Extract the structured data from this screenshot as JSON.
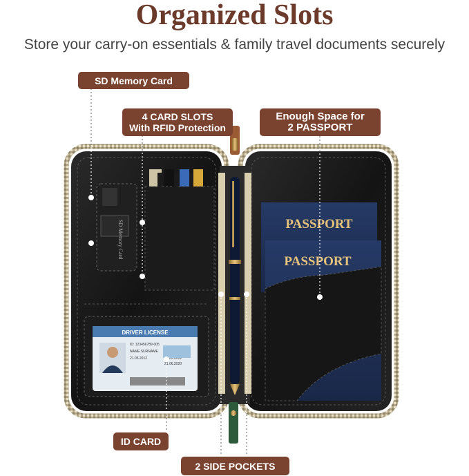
{
  "header": {
    "title": "Organized Slots",
    "subtitle": "Store your carry-on essentials & family travel documents securely"
  },
  "callouts": {
    "sd_card": "SD Memory Card",
    "card_slots_line1": "4 CARD SLOTS",
    "card_slots_line2": "With RFID Protection",
    "passport_space_line1": "Enough Space for",
    "passport_space_line2": "2 PASSPORT",
    "id_card": "ID CARD",
    "side_pockets": "2 SIDE POCKETS"
  },
  "passports": {
    "label_top": "PASSPORT",
    "label_bottom": "PASSPORT"
  },
  "id_window": {
    "header": "DRIVER LICENSE",
    "id_number": "ID: 123456789-005",
    "name": "NAME SURNAME",
    "date_1": "21.05.2012",
    "date_2": "12.05.2012",
    "date_3": "21.06.2020"
  },
  "sd_slot": {
    "stitch_text": "SD Memory Card"
  },
  "colors": {
    "brown": "#7a4330",
    "leather": "#151515",
    "navy": "#1e2f55",
    "gold": "#c9a05a"
  }
}
